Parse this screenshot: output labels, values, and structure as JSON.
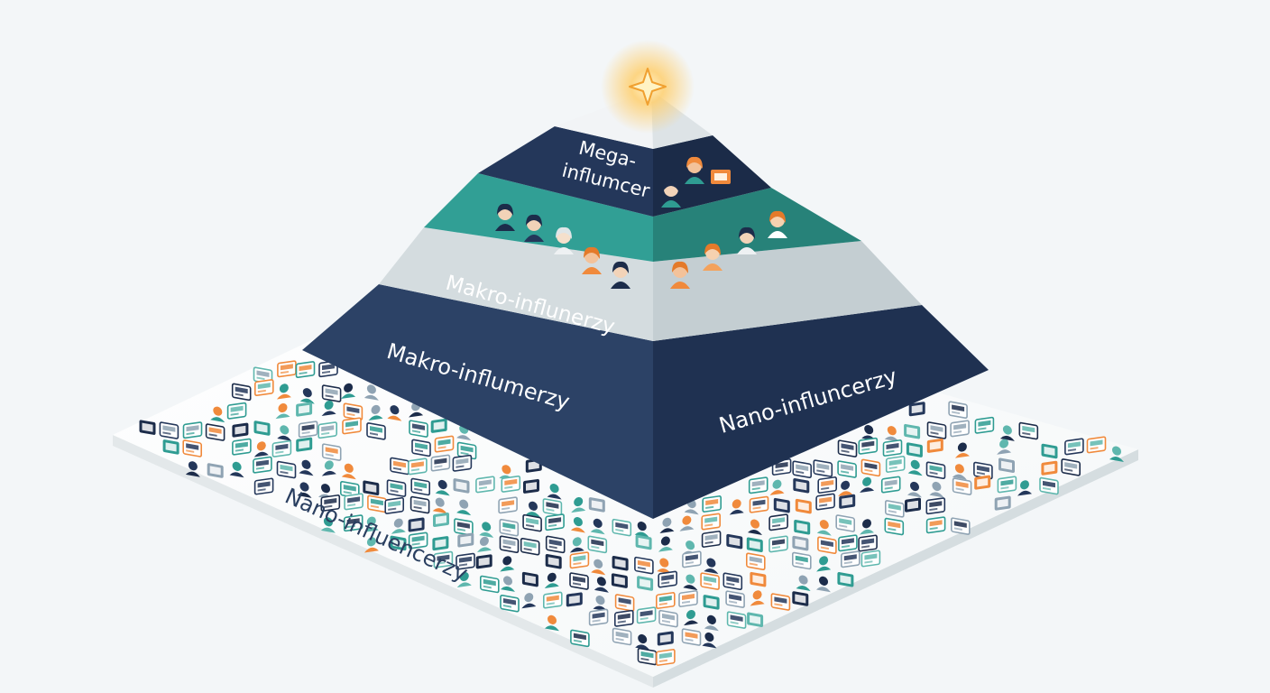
{
  "labels": {
    "top_tier": [
      "Mega-",
      "influmcer"
    ],
    "tier_2_left": "Makro-influnerzy",
    "tier_3_left": "Makro-influmerzy",
    "tier_3_right": "Nano-influncerzy",
    "base": "Nano-influencerzy"
  },
  "icons": {
    "apex": "star-icon",
    "people": "person-avatar-icon",
    "tiles": "social-post-tile-icon"
  },
  "colors": {
    "background": "#f3f6f8",
    "navy": "#24375a",
    "navy_dark": "#1c2c4a",
    "teal": "#2f9c92",
    "teal_dark": "#257d76",
    "grey": "#cfd8dc",
    "grey_dark": "#bdc8cd",
    "white_cap": "#eef1f3",
    "orange": "#f08a3c",
    "glow": "#ffcf6e"
  }
}
